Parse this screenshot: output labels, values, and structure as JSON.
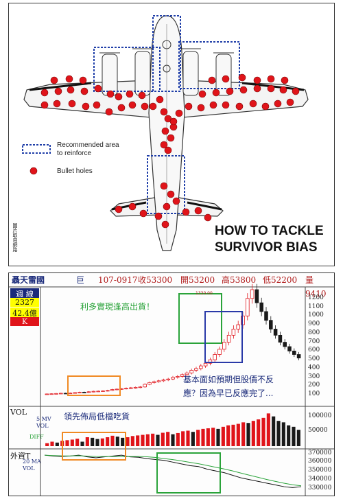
{
  "infographic": {
    "legend": {
      "recommended_label": "Recommended area\nto reinforce",
      "bullet_label": "Bullet holes"
    },
    "credit": "圖片取自網路",
    "title_line1": "HOW TO TACKLE",
    "title_line2": "SURVIVOR BIAS",
    "colors": {
      "bullet": "#e0141a",
      "box": "#1f3ea8",
      "plane_outline": "#333333"
    }
  },
  "stock_chart": {
    "header": {
      "name": "聶天雷國",
      "code": "巨",
      "date": "107-0917",
      "close": "收53300",
      "open": "開53200",
      "high": "高53800",
      "low": "低52200",
      "volume": "量9410"
    },
    "side": {
      "period": "週 線",
      "value1": "2327",
      "value2": "42.4億",
      "k_label": "K",
      "vol_label": "VOL",
      "vol_sub1": "5 MV",
      "vol_sub2": "VOL",
      "diff_label": "DIFF",
      "foreign_label": "外資T",
      "foreign_sub1": "20 MA",
      "foreign_sub2": "VOL"
    },
    "annotations": {
      "top": "利多實現逢高出貨！",
      "mid_line1": "基本面如預期但股價不反",
      "mid_line2": "應？因為早已反應完了...",
      "bottom": "領先佈局低檔吃貨",
      "peak_label": "1330.00"
    },
    "colors": {
      "up": "#e0141a",
      "down": "#1a1a1a",
      "green_box": "#2aa33a",
      "blue_box": "#2a3aa8",
      "orange_box": "#f08a24",
      "header_text": "#b01818",
      "up_text": "#2aa33a"
    }
  },
  "chart_data": [
    {
      "type": "bar",
      "title": "",
      "price_axis_ticks": [
        1200,
        1100,
        1000,
        900,
        800,
        700,
        600,
        500,
        400,
        300,
        200,
        100
      ],
      "volume_axis_ticks": [
        "100000",
        "50000"
      ],
      "foreign_axis_ticks": [
        "370000",
        "360000",
        "350000",
        "340000",
        "330000"
      ],
      "price_close": [
        110,
        112,
        115,
        118,
        116,
        120,
        125,
        130,
        128,
        135,
        140,
        142,
        145,
        150,
        160,
        165,
        170,
        175,
        180,
        185,
        190,
        220,
        240,
        250,
        260,
        270,
        280,
        300,
        310,
        330,
        350,
        380,
        400,
        430,
        460,
        500,
        560,
        620,
        700,
        780,
        850,
        900,
        1000,
        1200,
        1300,
        1150,
        1050,
        950,
        850,
        780,
        700,
        650,
        600,
        560,
        520
      ],
      "volume": [
        10000,
        15000,
        12000,
        18000,
        20000,
        22000,
        25000,
        15000,
        30000,
        28000,
        24000,
        26000,
        30000,
        35000,
        32000,
        28000,
        30000,
        34000,
        36000,
        38000,
        40000,
        42000,
        38000,
        45000,
        48000,
        40000,
        44000,
        50000,
        52000,
        48000,
        55000,
        58000,
        60000,
        62000,
        58000,
        65000,
        70000,
        72000,
        75000,
        80000,
        78000,
        85000,
        90000,
        95000,
        110000,
        100000,
        85000,
        80000,
        70000,
        65000,
        55000
      ],
      "foreign_holding": [
        368000,
        367000,
        366500,
        367000,
        368000,
        366000,
        365000,
        366000,
        367000,
        368000,
        366000,
        365500,
        364000,
        363000,
        362000,
        360000,
        358000,
        356000,
        355000,
        352000,
        350000,
        348000,
        345000,
        342000,
        340000,
        338000,
        336000,
        334000,
        332000,
        331000,
        332000
      ]
    }
  ]
}
